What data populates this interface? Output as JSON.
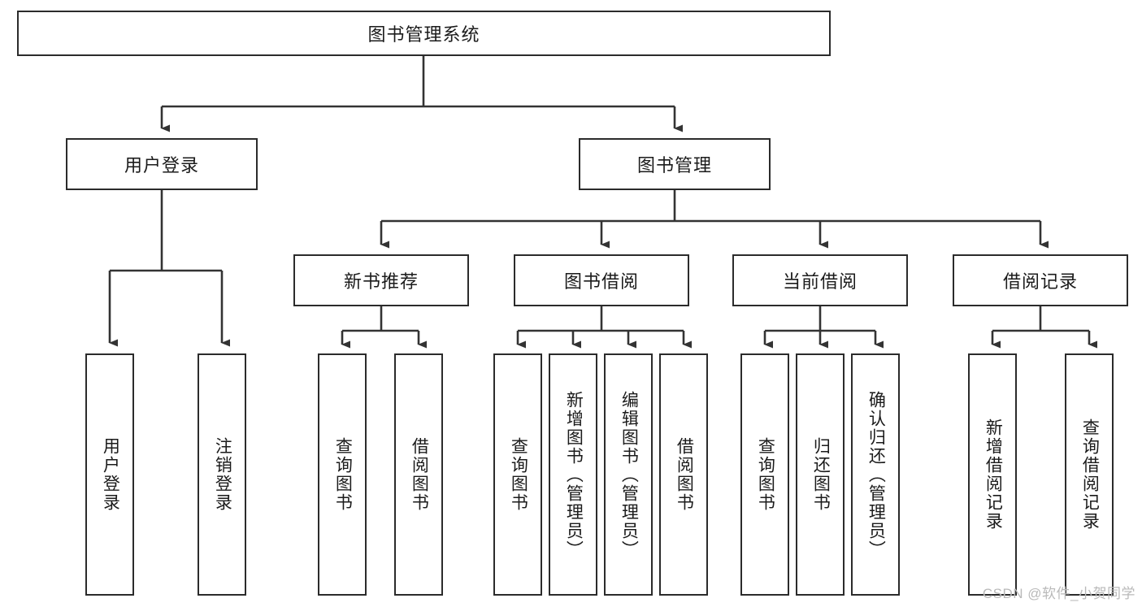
{
  "diagram": {
    "title": "图书管理系统",
    "type": "tree-hierarchy",
    "root": {
      "label": "图书管理系统"
    },
    "level1": [
      {
        "label": "用户登录"
      },
      {
        "label": "图书管理"
      }
    ],
    "level2": [
      {
        "label": "新书推荐"
      },
      {
        "label": "图书借阅"
      },
      {
        "label": "当前借阅"
      },
      {
        "label": "借阅记录"
      }
    ],
    "leaves": {
      "user_login": [
        {
          "label": "用户登录"
        },
        {
          "label": "注销登录"
        }
      ],
      "new_book_recommend": [
        {
          "label": "查询图书"
        },
        {
          "label": "借阅图书"
        }
      ],
      "book_borrow": [
        {
          "label": "查询图书"
        },
        {
          "label": "新增图书（管理员）"
        },
        {
          "label": "编辑图书（管理员）"
        },
        {
          "label": "借阅图书"
        }
      ],
      "current_borrow": [
        {
          "label": "查询图书"
        },
        {
          "label": "归还图书"
        },
        {
          "label": "确认归还（管理员）"
        }
      ],
      "borrow_record": [
        {
          "label": "新增借阅记录"
        },
        {
          "label": "查询借阅记录"
        }
      ]
    }
  },
  "watermark": {
    "text": "CSDN @软件_小贺同学"
  },
  "colors": {
    "border": "#2b2b2b",
    "text": "#1b1b1b",
    "background": "#ffffff",
    "connector": "#333333",
    "watermark": "#b9b9b9"
  }
}
